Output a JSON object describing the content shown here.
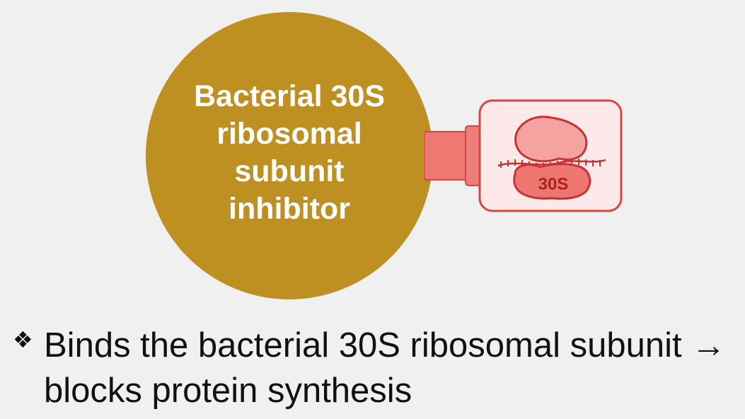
{
  "diagram": {
    "central_node": {
      "label": "Bacterial 30S ribosomal subunit inhibitor",
      "color": "#be8f21"
    },
    "target_graphic": {
      "icon": "ribosome-icon",
      "label": "30S",
      "accent_color": "#d93a3a",
      "connector_color": "#f07873"
    }
  },
  "bullet": {
    "marker": "❖",
    "text": "Binds the bacterial 30S ribosomal subunit → blocks protein synthesis"
  }
}
